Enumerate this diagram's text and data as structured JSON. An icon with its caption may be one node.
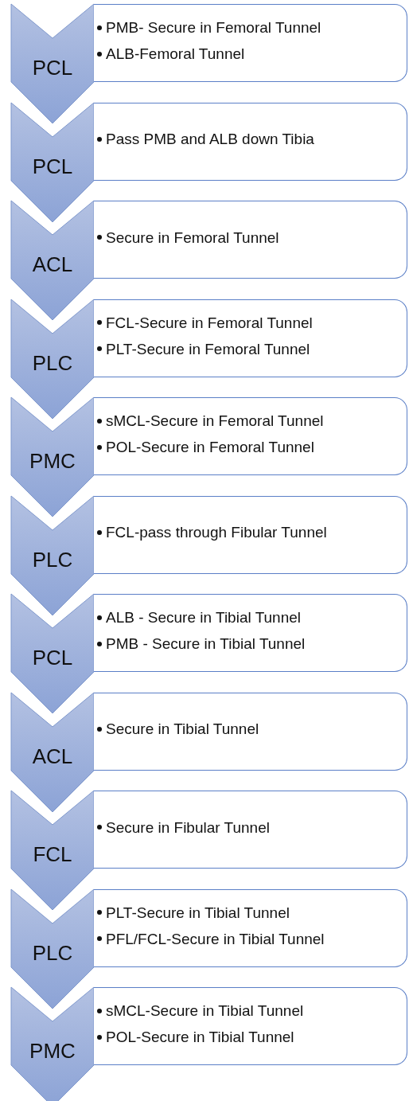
{
  "diagram": {
    "nodes": [
      {
        "text": [
          "PCL"
        ]
      },
      {
        "text": [
          "PMB- Secure in Femoral Tunnel",
          "ALB-Femoral Tunnel"
        ]
      },
      {
        "text": [
          "PCL"
        ]
      },
      {
        "text": [
          "Pass PMB and ALB down Tibia"
        ]
      },
      {
        "text": [
          "ACL"
        ]
      },
      {
        "text": [
          "Secure in Femoral Tunnel"
        ]
      },
      {
        "text": [
          "PLC"
        ]
      },
      {
        "text": [
          "FCL-Secure in Femoral Tunnel",
          "PLT-Secure in Femoral Tunnel"
        ]
      },
      {
        "text": [
          "PMC"
        ]
      },
      {
        "text": [
          "sMCL-Secure in Femoral Tunnel",
          "POL-Secure in Femoral Tunnel"
        ]
      },
      {
        "text": [
          "PLC"
        ]
      },
      {
        "text": [
          "FCL-pass through Fibular Tunnel"
        ]
      },
      {
        "text": [
          "PCL"
        ]
      },
      {
        "text": [
          "ALB - Secure in Tibial Tunnel",
          "PMB - Secure in Tibial Tunnel"
        ]
      },
      {
        "text": [
          "ACL"
        ]
      },
      {
        "text": [
          "Secure in Tibial Tunnel"
        ]
      },
      {
        "text": [
          "FCL"
        ]
      },
      {
        "text": [
          "Secure in Fibular Tunnel"
        ]
      },
      {
        "text": [
          "PLC"
        ]
      },
      {
        "text": [
          "PLT-Secure in Tibial Tunnel",
          "PFL/FCL-Secure in Tibial Tunnel"
        ]
      },
      {
        "text": [
          "PMC"
        ]
      },
      {
        "text": [
          "sMCL-Secure in Tibial Tunnel",
          "POL-Secure in Tibial Tunnel"
        ]
      }
    ]
  }
}
